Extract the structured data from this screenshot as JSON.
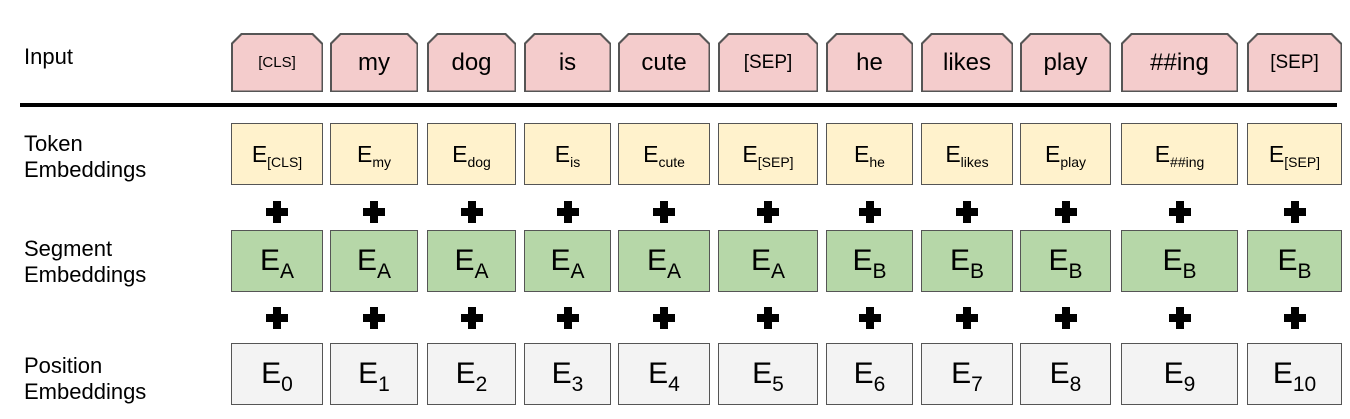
{
  "rows": {
    "input": "Input",
    "token": [
      "Token",
      "Embeddings"
    ],
    "segment": [
      "Segment",
      "Embeddings"
    ],
    "position": [
      "Position",
      "Embeddings"
    ]
  },
  "tokens": [
    "[CLS]",
    "my",
    "dog",
    "is",
    "cute",
    "[SEP]",
    "he",
    "likes",
    "play",
    "##ing",
    "[SEP]"
  ],
  "token_embeddings": [
    {
      "base": "E",
      "sub": "[CLS]"
    },
    {
      "base": "E",
      "sub": "my"
    },
    {
      "base": "E",
      "sub": "dog"
    },
    {
      "base": "E",
      "sub": "is"
    },
    {
      "base": "E",
      "sub": "cute"
    },
    {
      "base": "E",
      "sub": "[SEP]"
    },
    {
      "base": "E",
      "sub": "he"
    },
    {
      "base": "E",
      "sub": "likes"
    },
    {
      "base": "E",
      "sub": "play"
    },
    {
      "base": "E",
      "sub": "##ing"
    },
    {
      "base": "E",
      "sub": "[SEP]"
    }
  ],
  "segment_embeddings": [
    {
      "base": "E",
      "sub": "A"
    },
    {
      "base": "E",
      "sub": "A"
    },
    {
      "base": "E",
      "sub": "A"
    },
    {
      "base": "E",
      "sub": "A"
    },
    {
      "base": "E",
      "sub": "A"
    },
    {
      "base": "E",
      "sub": "A"
    },
    {
      "base": "E",
      "sub": "B"
    },
    {
      "base": "E",
      "sub": "B"
    },
    {
      "base": "E",
      "sub": "B"
    },
    {
      "base": "E",
      "sub": "B"
    },
    {
      "base": "E",
      "sub": "B"
    }
  ],
  "position_embeddings": [
    {
      "base": "E",
      "sub": "0"
    },
    {
      "base": "E",
      "sub": "1"
    },
    {
      "base": "E",
      "sub": "2"
    },
    {
      "base": "E",
      "sub": "3"
    },
    {
      "base": "E",
      "sub": "4"
    },
    {
      "base": "E",
      "sub": "5"
    },
    {
      "base": "E",
      "sub": "6"
    },
    {
      "base": "E",
      "sub": "7"
    },
    {
      "base": "E",
      "sub": "8"
    },
    {
      "base": "E",
      "sub": "9"
    },
    {
      "base": "E",
      "sub": "10"
    }
  ],
  "colors": {
    "input": "#f4cccc",
    "token": "#fff2cc",
    "segment": "#b6d7a8",
    "position": "#f3f3f3",
    "border": "#555555"
  }
}
